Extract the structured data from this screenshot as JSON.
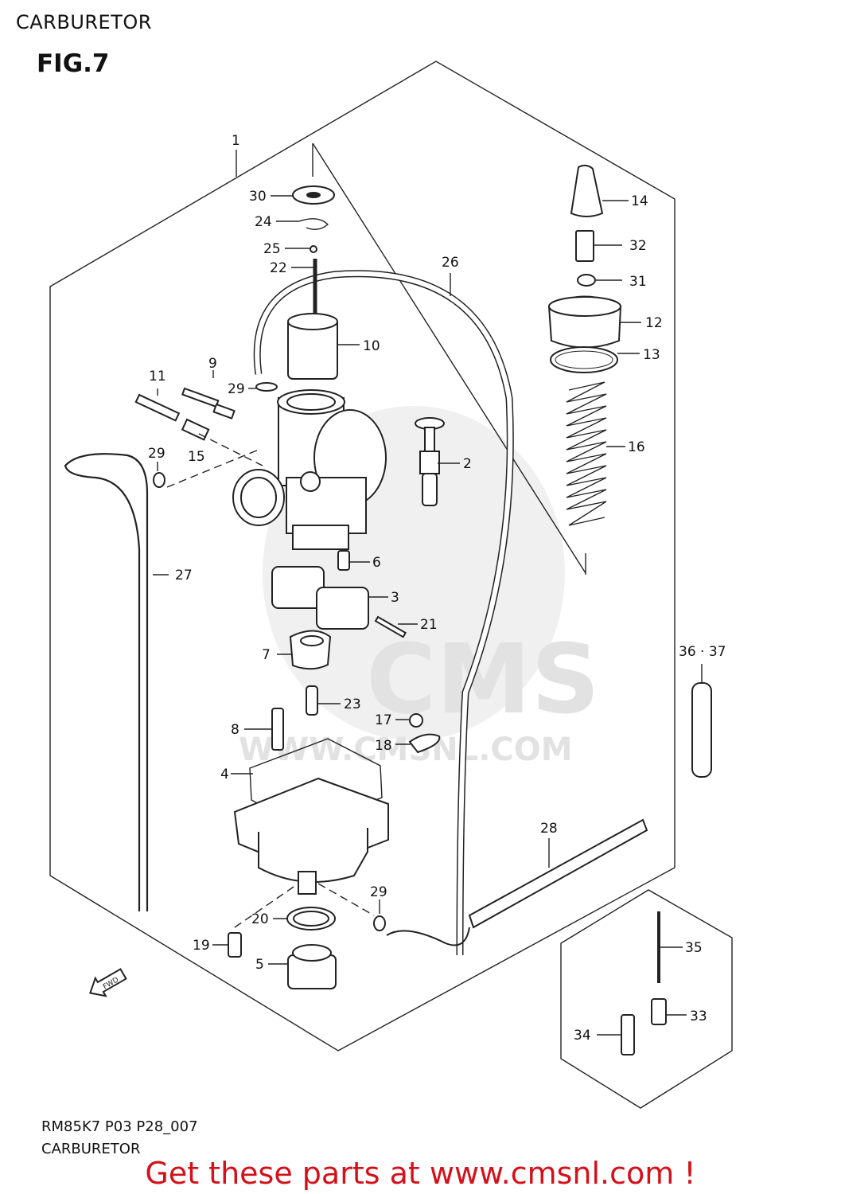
{
  "header": {
    "title": "CARBURETOR",
    "figure": "FIG.7"
  },
  "footer": {
    "code": "RM85K7 P03 P28_007",
    "caption": "CARBURETOR"
  },
  "promo": {
    "text": "Get these parts at www.cmsnl.com !",
    "color": "#d4101a"
  },
  "watermark": {
    "text": "CMS",
    "url": "WWW.CMSNL.COM"
  },
  "callouts": {
    "c1": "1",
    "c2": "2",
    "c3": "3",
    "c4": "4",
    "c5": "5",
    "c6": "6",
    "c7": "7",
    "c8": "8",
    "c9": "9",
    "c10": "10",
    "c11": "11",
    "c12": "12",
    "c13": "13",
    "c14": "14",
    "c15": "15",
    "c16": "16",
    "c17": "17",
    "c18": "18",
    "c19": "19",
    "c20": "20",
    "c21": "21",
    "c22": "22",
    "c23": "23",
    "c24": "24",
    "c25": "25",
    "c26": "26",
    "c27": "27",
    "c28": "28",
    "c29a": "29",
    "c29b": "29",
    "c29c": "29",
    "c30": "30",
    "c31": "31",
    "c32": "32",
    "c33": "33",
    "c34": "34",
    "c35": "35",
    "c3637": "36 · 37"
  },
  "icons": {
    "direction": "fwd-arrow-icon",
    "fwd_label": "FWD"
  }
}
